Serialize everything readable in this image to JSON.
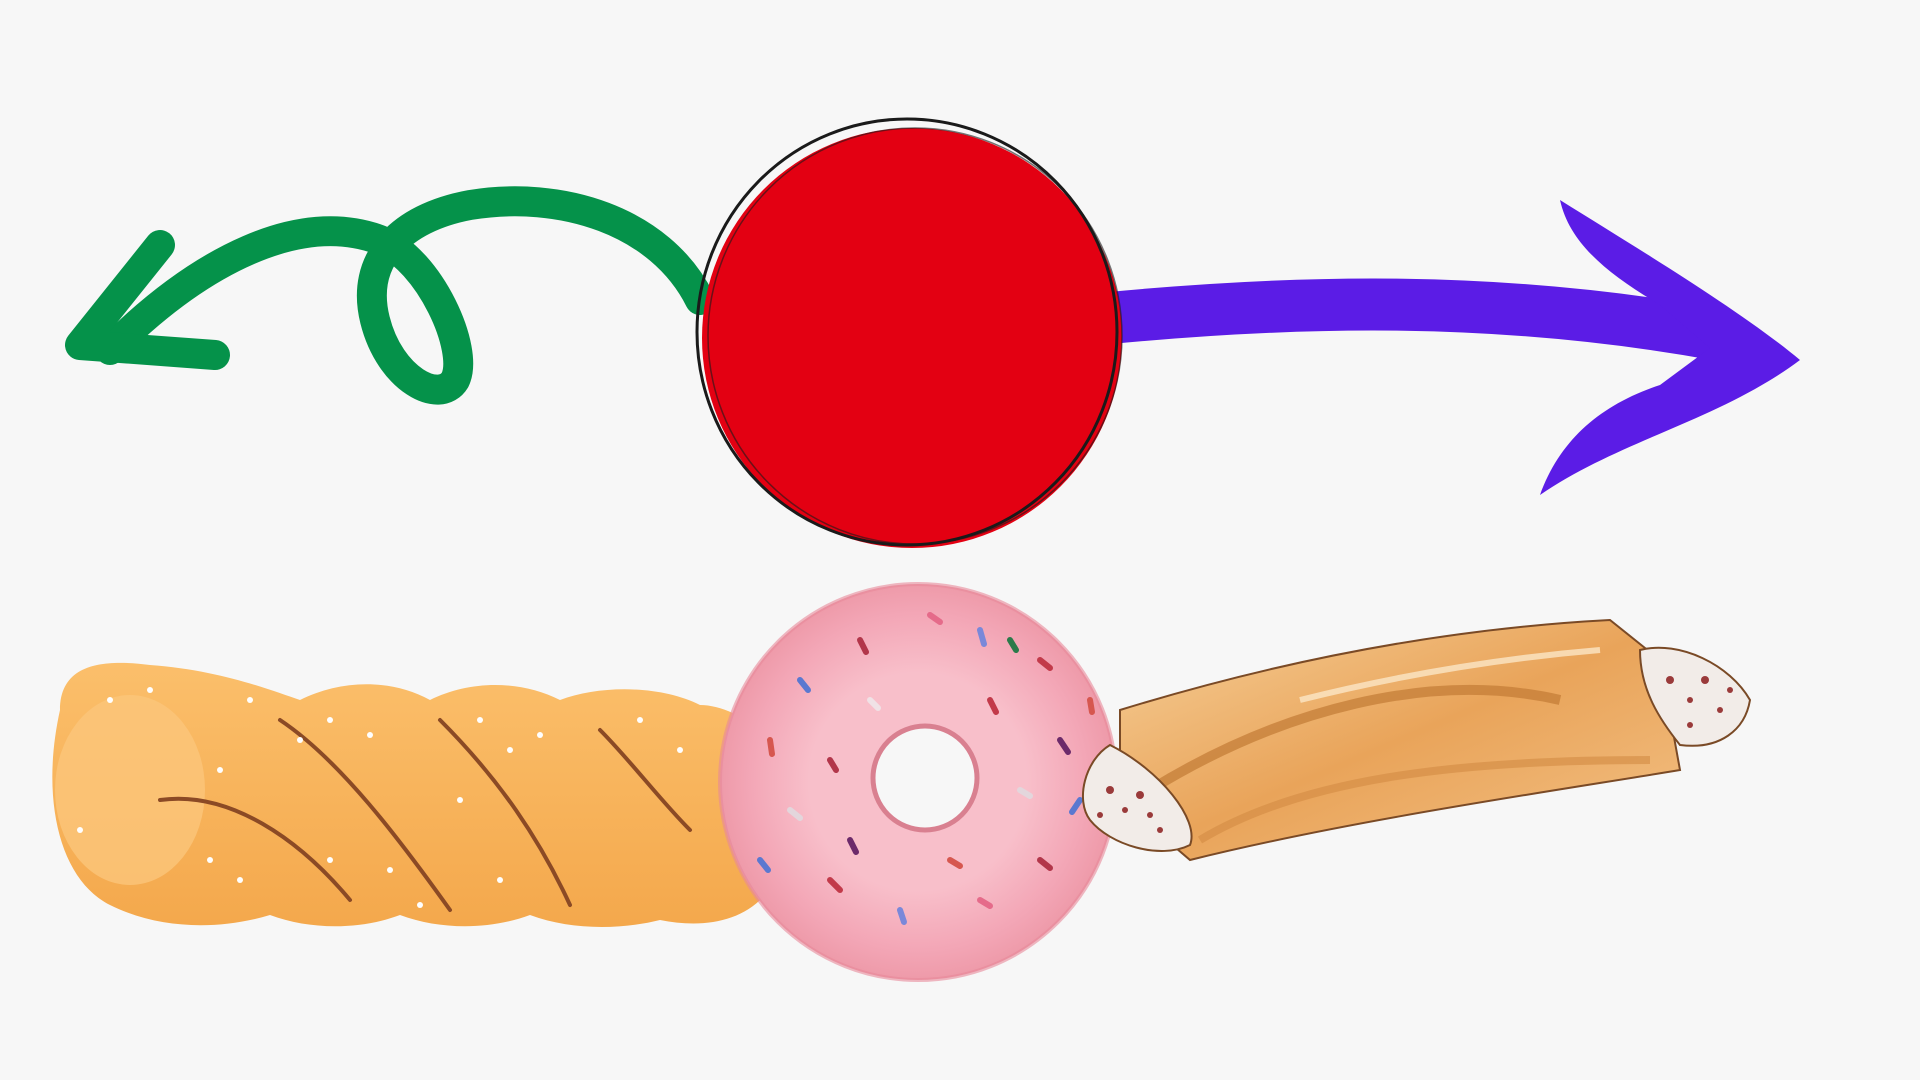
{
  "scene": {
    "background_color": "#f7f7f7",
    "items": [
      {
        "name": "curly-arrow-icon",
        "color": "#05924a",
        "direction": "left"
      },
      {
        "name": "red-circle",
        "color": "#e30012",
        "outline_color": "#1a1a1a"
      },
      {
        "name": "straight-arrow-icon",
        "color": "#5b1ce6",
        "direction": "right"
      },
      {
        "name": "twisted-pretzel-illustration",
        "color": "#f7b35a"
      },
      {
        "name": "pink-donut-illustration",
        "color": "#f6b2bf"
      },
      {
        "name": "cannoli-illustration",
        "color": "#efb267"
      }
    ]
  }
}
